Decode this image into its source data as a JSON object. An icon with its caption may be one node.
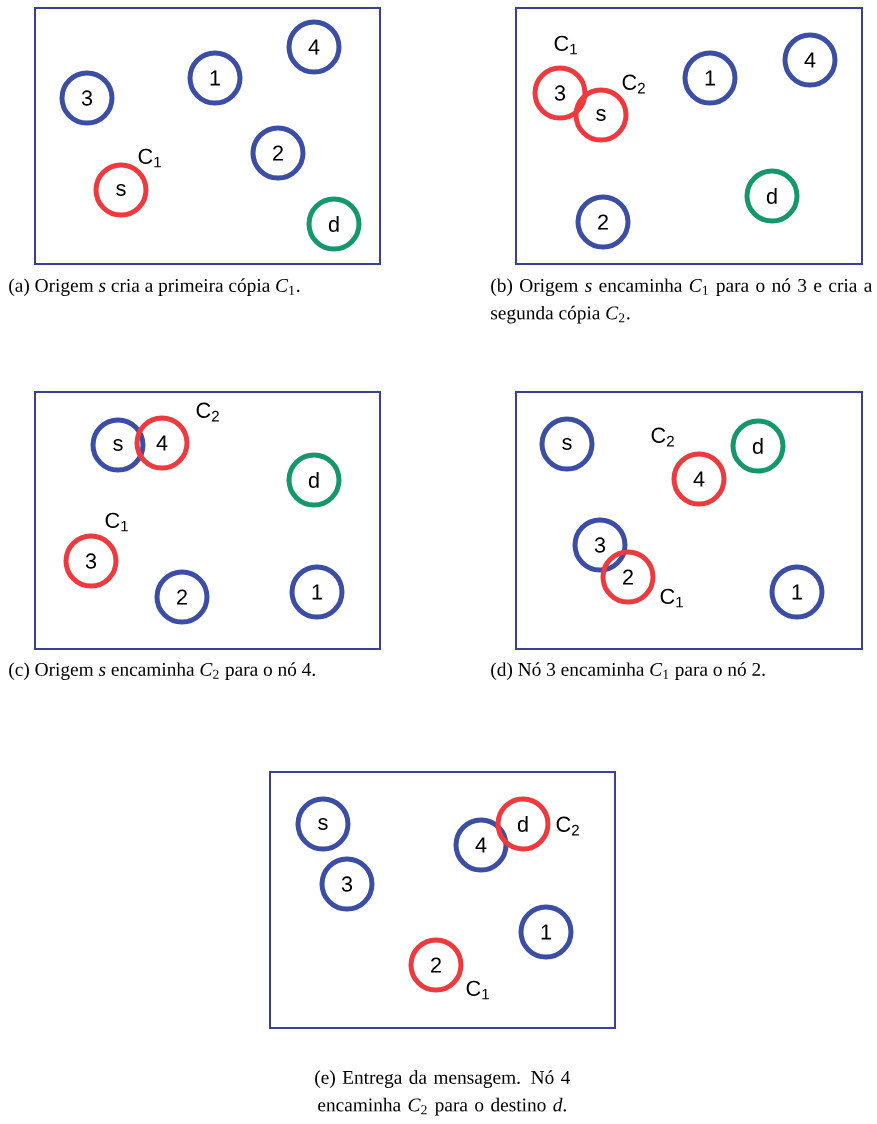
{
  "diagram": {
    "nodes": [
      {
        "text": [],
        "shape": "box",
        "beside": [
          "(a) Origem *s* cria a primeira cópia *C*$_{1}$."
        ]
      },
      {
        "text": [
          "3"
        ],
        "in": 0
      },
      {
        "text": [
          "1"
        ],
        "in": 0
      },
      {
        "text": [
          "4"
        ],
        "in": 0
      },
      {
        "text": [
          "2"
        ],
        "in": 0
      },
      {
        "text": [
          "s"
        ],
        "in": 0,
        "beside": [
          "C$_{1}$"
        ]
      },
      {
        "text": [
          "d"
        ],
        "in": 0
      },
      {
        "text": [],
        "shape": "box",
        "beside": [
          "(b) Origem *s* encaminha *C*$_{1}$ para o nó 3 e cria a segunda cópia *C*$_{2}$."
        ]
      },
      {
        "text": [
          "3"
        ],
        "in": 7,
        "beside": [
          "C$_{1}$"
        ]
      },
      {
        "text": [
          "s"
        ],
        "in": 7,
        "beside": [
          "C$_{2}$"
        ]
      },
      {
        "text": [
          "1"
        ],
        "in": 7
      },
      {
        "text": [
          "4"
        ],
        "in": 7
      },
      {
        "text": [
          "d"
        ],
        "in": 7
      },
      {
        "text": [
          "2"
        ],
        "in": 7
      },
      {
        "text": [],
        "shape": "box",
        "beside": [
          "(c) Origem *s* encaminha *C*$_{2}$ para o nó 4."
        ]
      },
      {
        "text": [
          "s"
        ],
        "in": 14
      },
      {
        "text": [
          "4"
        ],
        "in": 14,
        "beside": [
          "C$_{2}$"
        ]
      },
      {
        "text": [
          "d"
        ],
        "in": 14
      },
      {
        "text": [
          "3"
        ],
        "in": 14,
        "beside": [
          "C$_{1}$"
        ]
      },
      {
        "text": [
          "2"
        ],
        "in": 14
      },
      {
        "text": [
          "1"
        ],
        "in": 14
      },
      {
        "text": [],
        "shape": "box",
        "beside": [
          "(d) Nó 3 encaminha *C*$_{1}$ para o nó 2."
        ]
      },
      {
        "text": [
          "s"
        ],
        "in": 21
      },
      {
        "text": [
          "4"
        ],
        "in": 21,
        "beside": [
          "C$_{2}$"
        ]
      },
      {
        "text": [
          "d"
        ],
        "in": 21
      },
      {
        "text": [
          "3"
        ],
        "in": 21
      },
      {
        "text": [
          "2"
        ],
        "in": 21,
        "beside": [
          "C$_{1}$"
        ]
      },
      {
        "text": [
          "1"
        ],
        "in": 21
      },
      {
        "text": [],
        "shape": "box",
        "beside": [
          "(e) Entrega da mensagem. Nó 4 encaminha *C*$_{2}$ para o destino *d*."
        ]
      },
      {
        "text": [
          "s"
        ],
        "in": 28
      },
      {
        "text": [
          "4"
        ],
        "in": 28
      },
      {
        "text": [
          "d"
        ],
        "in": 28,
        "beside": [
          "C$_{2}$"
        ]
      },
      {
        "text": [
          "3"
        ],
        "in": 28
      },
      {
        "text": [
          "1"
        ],
        "in": 28
      },
      {
        "text": [
          "2"
        ],
        "in": 28,
        "beside": [
          "C$_{1}$"
        ]
      }
    ]
  }
}
